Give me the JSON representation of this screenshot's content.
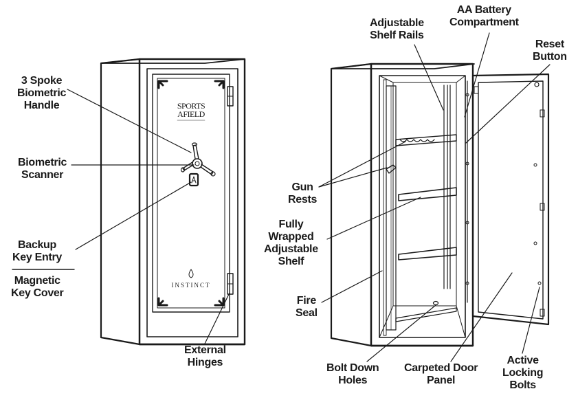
{
  "brand": {
    "logo_line1": "SPORTS",
    "logo_line2": "AFIELD",
    "model": "INSTINCT"
  },
  "colors": {
    "ink": "#1a1a1a",
    "background": "#ffffff"
  },
  "labels": {
    "spoke_handle": [
      "3 Spoke",
      "Biometric",
      "Handle"
    ],
    "biometric_scanner": [
      "Biometric",
      "Scanner"
    ],
    "backup_key": [
      "Backup",
      "Key Entry"
    ],
    "magnetic_cover": [
      "Magnetic",
      "Key Cover"
    ],
    "external_hinges": [
      "External",
      "Hinges"
    ],
    "shelf_rails": [
      "Adjustable",
      "Shelf Rails"
    ],
    "battery": [
      "AA Battery",
      "Compartment"
    ],
    "reset": [
      "Reset",
      "Button"
    ],
    "gun_rests": [
      "Gun",
      "Rests"
    ],
    "wrapped_shelf": [
      "Fully",
      "Wrapped",
      "Adjustable",
      "Shelf"
    ],
    "fire_seal": [
      "Fire",
      "Seal"
    ],
    "bolt_holes": [
      "Bolt Down",
      "Holes"
    ],
    "door_panel": [
      "Carpeted Door",
      "Panel"
    ],
    "locking_bolts": [
      "Active",
      "Locking",
      "Bolts"
    ]
  }
}
